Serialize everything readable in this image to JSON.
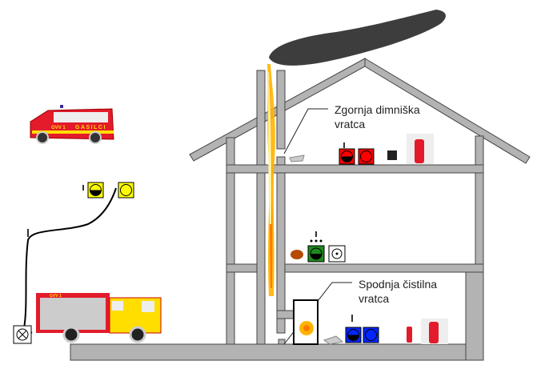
{
  "labels": {
    "upper_door": [
      "Zgornja dimniška",
      "vratca"
    ],
    "lower_door": [
      "Spodnja čistilna",
      "vratca"
    ]
  },
  "van": {
    "text": "GASILCI",
    "plate": "GVV 1"
  },
  "truck": {
    "text": "GVV 1"
  },
  "colors": {
    "wall": "#b3b3b3",
    "smoke": "#3d3d3d",
    "red": "#ff0000",
    "blue": "#0026ff",
    "green": "#1f8a1f",
    "yellow": "#ffff00",
    "flame": "#ffb400"
  }
}
